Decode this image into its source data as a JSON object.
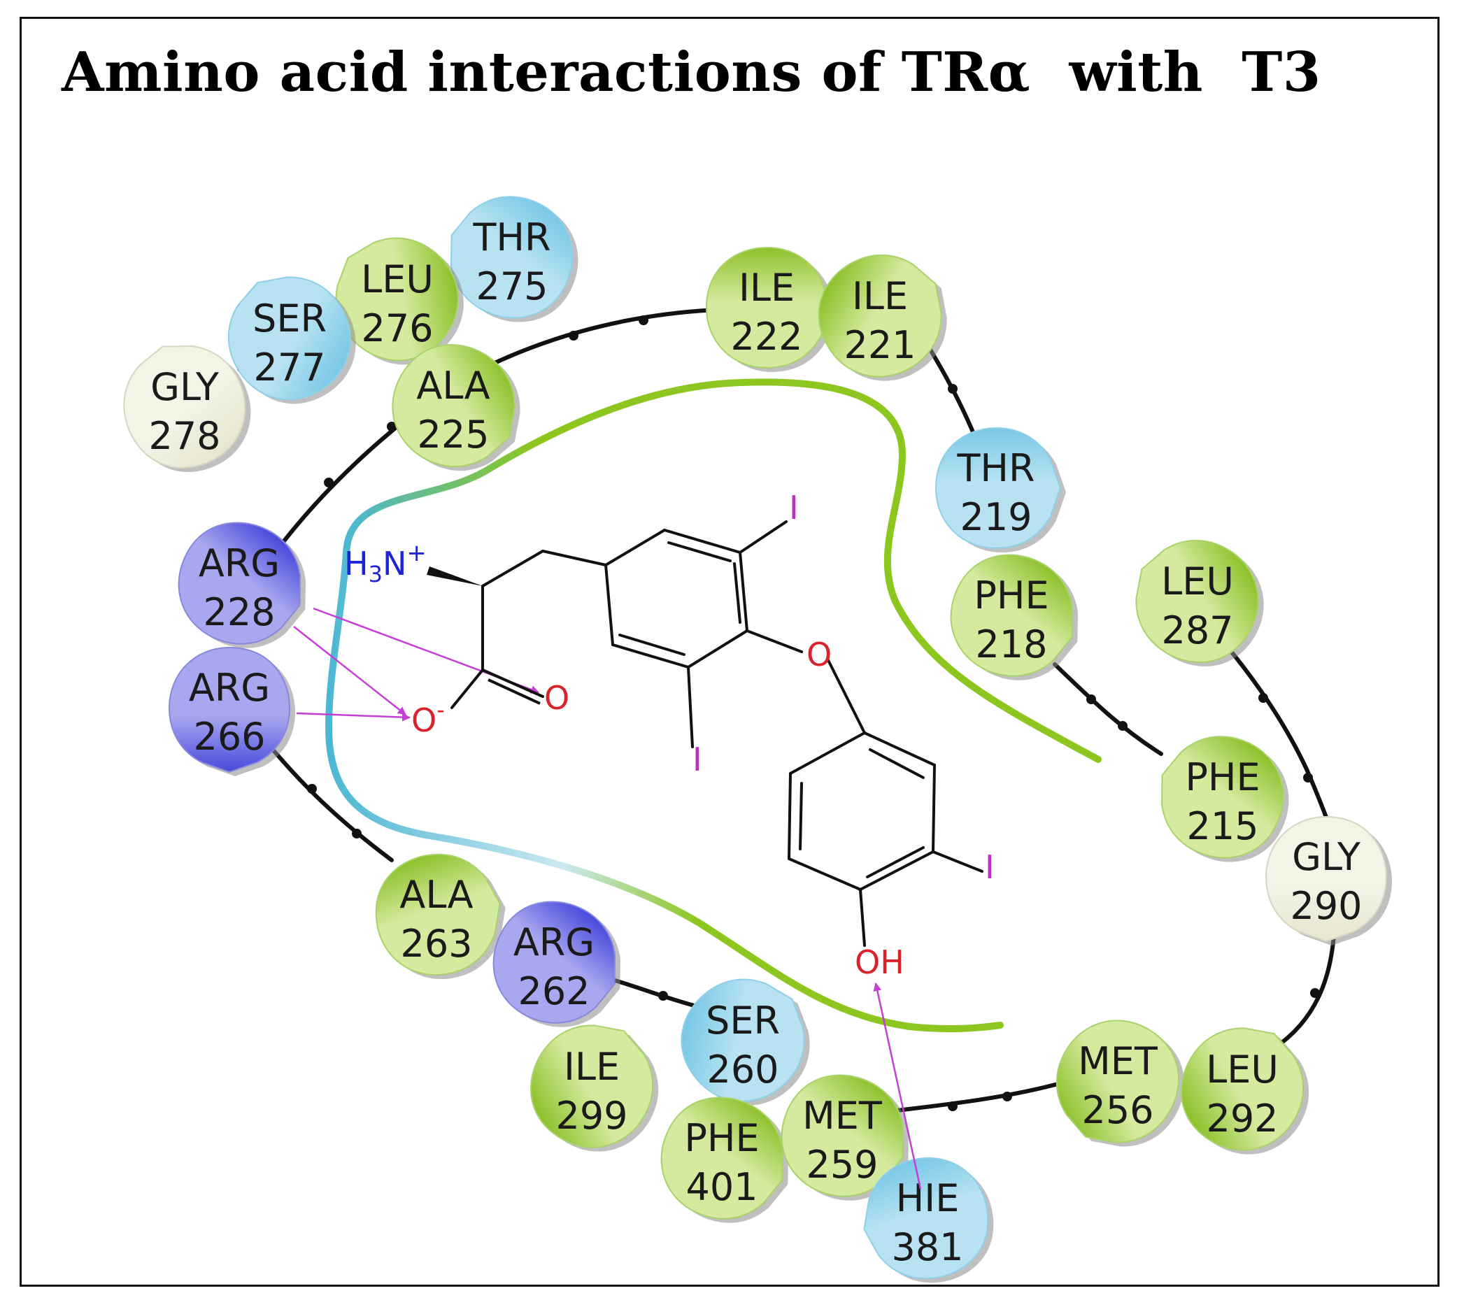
{
  "title": "Amino acid interactions of TRα  with  T3",
  "colors": {
    "hydrophobic": "#9ccc3a",
    "polar": "#7ecbe6",
    "positive": "#6a6ae6",
    "glycine": "#ebebdb",
    "pocket_hydrophobic": "#8cc61e",
    "pocket_polar": "#4cb7d3",
    "interaction": "#c53fd6",
    "iodine": "#bf2fbf",
    "oxygen": "#d8232a",
    "nitrogen": "#1f24d6",
    "bond": "#111111"
  },
  "ligand": {
    "amine": "H3N+",
    "iodine": "I",
    "ether_oxygen": "O",
    "carbonyl_oxygen": "O",
    "carboxylate": "O-",
    "hydroxyl": "OH"
  },
  "residues": [
    {
      "id": "thr275",
      "name": "THR",
      "number": "275",
      "type": "polar"
    },
    {
      "id": "leu276",
      "name": "LEU",
      "number": "276",
      "type": "hydrophobic"
    },
    {
      "id": "ser277",
      "name": "SER",
      "number": "277",
      "type": "polar"
    },
    {
      "id": "gly278",
      "name": "GLY",
      "number": "278",
      "type": "glycine"
    },
    {
      "id": "ala225",
      "name": "ALA",
      "number": "225",
      "type": "hydrophobic"
    },
    {
      "id": "ile222",
      "name": "ILE",
      "number": "222",
      "type": "hydrophobic"
    },
    {
      "id": "ile221",
      "name": "ILE",
      "number": "221",
      "type": "hydrophobic"
    },
    {
      "id": "thr219",
      "name": "THR",
      "number": "219",
      "type": "polar"
    },
    {
      "id": "phe218",
      "name": "PHE",
      "number": "218",
      "type": "hydrophobic"
    },
    {
      "id": "leu287",
      "name": "LEU",
      "number": "287",
      "type": "hydrophobic"
    },
    {
      "id": "phe215",
      "name": "PHE",
      "number": "215",
      "type": "hydrophobic"
    },
    {
      "id": "gly290",
      "name": "GLY",
      "number": "290",
      "type": "glycine"
    },
    {
      "id": "arg228",
      "name": "ARG",
      "number": "228",
      "type": "positive"
    },
    {
      "id": "arg266",
      "name": "ARG",
      "number": "266",
      "type": "positive"
    },
    {
      "id": "ala263",
      "name": "ALA",
      "number": "263",
      "type": "hydrophobic"
    },
    {
      "id": "arg262",
      "name": "ARG",
      "number": "262",
      "type": "positive"
    },
    {
      "id": "ile299",
      "name": "ILE",
      "number": "299",
      "type": "hydrophobic"
    },
    {
      "id": "ser260",
      "name": "SER",
      "number": "260",
      "type": "polar"
    },
    {
      "id": "phe401",
      "name": "PHE",
      "number": "401",
      "type": "hydrophobic"
    },
    {
      "id": "met259",
      "name": "MET",
      "number": "259",
      "type": "hydrophobic"
    },
    {
      "id": "hie381",
      "name": "HIE",
      "number": "381",
      "type": "polar"
    },
    {
      "id": "met256",
      "name": "MET",
      "number": "256",
      "type": "hydrophobic"
    },
    {
      "id": "leu292",
      "name": "LEU",
      "number": "292",
      "type": "hydrophobic"
    }
  ]
}
